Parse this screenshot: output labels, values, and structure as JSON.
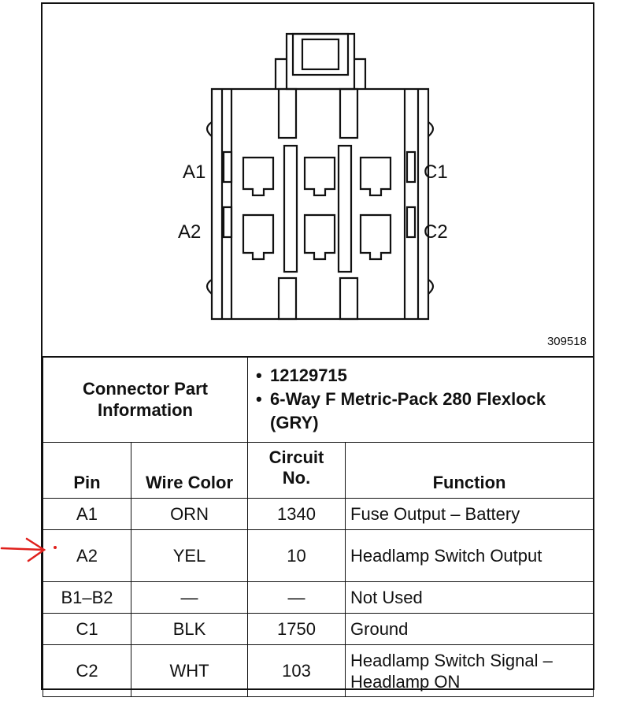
{
  "diagram": {
    "pin_labels": {
      "a1": "A1",
      "a2": "A2",
      "c1": "C1",
      "c2": "C2"
    },
    "figure_number": "309518"
  },
  "connector": {
    "label": "Connector Part Information",
    "items": [
      "12129715",
      "6-Way F Metric-Pack 280 Flexlock (GRY)"
    ]
  },
  "table": {
    "headers": {
      "pin": "Pin",
      "wire_color": "Wire Color",
      "circuit": "Circuit No.",
      "function": "Function"
    },
    "rows": [
      {
        "pin": "A1",
        "wire_color": "ORN",
        "circuit": "1340",
        "function": "Fuse Output – Battery"
      },
      {
        "pin": "A2",
        "wire_color": "YEL",
        "circuit": "10",
        "function": "Headlamp Switch Output"
      },
      {
        "pin": "B1–B2",
        "wire_color": "—",
        "circuit": "—",
        "function": "Not Used"
      },
      {
        "pin": "C1",
        "wire_color": "BLK",
        "circuit": "1750",
        "function": "Ground"
      },
      {
        "pin": "C2",
        "wire_color": "WHT",
        "circuit": "103",
        "function": "Headlamp Switch Signal – Headlamp ON"
      }
    ]
  },
  "colors": {
    "annotation": "#e0201c",
    "ink": "#111111"
  }
}
